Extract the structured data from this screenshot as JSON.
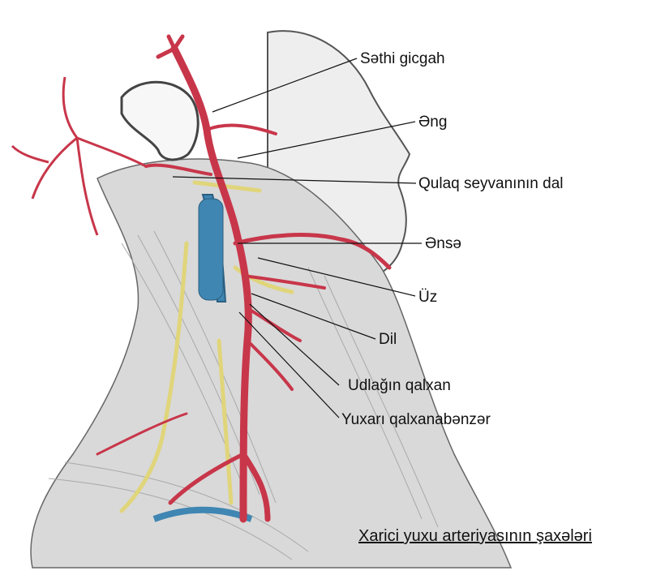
{
  "labels": [
    "Səthi gicgah",
    "Əng",
    "Qulaq seyvanının dal",
    "Ənsə",
    "Üz",
    "Dil",
    "Udlağın qalxan",
    "Yuxarı qalxanabənzər"
  ],
  "caption": "Xarici yuxu arteriyasının şaxələri",
  "colors": {
    "artery": "#c8364a",
    "vein": "#3f86b3",
    "nerve": "#e0d57a",
    "muscle": "#c9c9c9",
    "outline": "#555555"
  }
}
